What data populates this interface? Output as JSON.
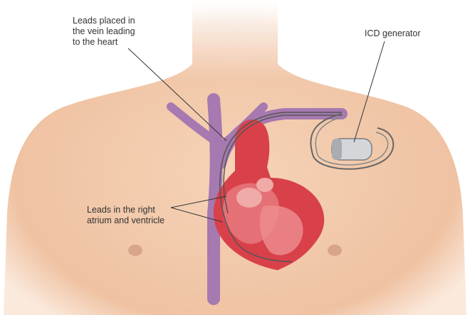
{
  "labels": {
    "leads_vein": [
      "Leads placed in",
      "the vein leading",
      "to the heart"
    ],
    "icd_generator": "ICD generator",
    "leads_atrium": [
      "Leads in the right",
      "atrium and ventricle"
    ]
  },
  "colors": {
    "skin": "#f2c9ab",
    "heart": "#d8414a",
    "vein": "#a679b0",
    "lead": "#555555"
  }
}
